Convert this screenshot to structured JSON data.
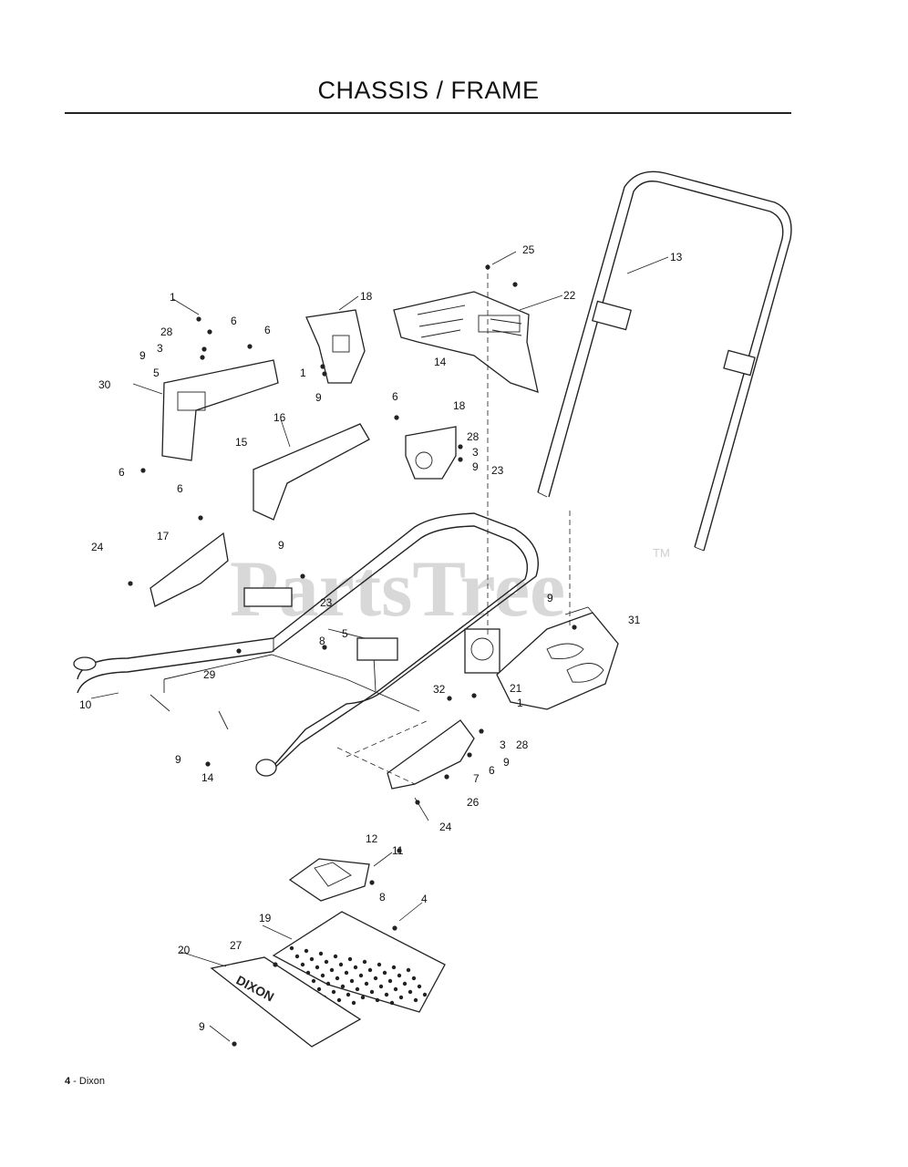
{
  "page": {
    "title": "CHASSIS / FRAME",
    "footer_page": "4",
    "footer_sep": " - ",
    "footer_brand": "Dixon"
  },
  "watermark": {
    "text": "PartsTree",
    "tm": "TM"
  },
  "decals": {
    "brand": "DIXON"
  },
  "callouts": [
    {
      "id": "c25",
      "label": "25"
    },
    {
      "id": "c13",
      "label": "13"
    },
    {
      "id": "c1a",
      "label": "1"
    },
    {
      "id": "c18a",
      "label": "18"
    },
    {
      "id": "c22",
      "label": "22"
    },
    {
      "id": "c28a",
      "label": "28"
    },
    {
      "id": "c6a",
      "label": "6"
    },
    {
      "id": "c6b",
      "label": "6"
    },
    {
      "id": "c3a",
      "label": "3"
    },
    {
      "id": "c9a",
      "label": "9"
    },
    {
      "id": "c5a",
      "label": "5"
    },
    {
      "id": "c30",
      "label": "30"
    },
    {
      "id": "c15",
      "label": "15"
    },
    {
      "id": "c1b",
      "label": "1"
    },
    {
      "id": "c9b",
      "label": "9"
    },
    {
      "id": "c14a",
      "label": "14"
    },
    {
      "id": "c6c",
      "label": "6"
    },
    {
      "id": "c16",
      "label": "16"
    },
    {
      "id": "c18b",
      "label": "18"
    },
    {
      "id": "c28b",
      "label": "28"
    },
    {
      "id": "c3b",
      "label": "3"
    },
    {
      "id": "c9c",
      "label": "9"
    },
    {
      "id": "c23a",
      "label": "23"
    },
    {
      "id": "c6d",
      "label": "6"
    },
    {
      "id": "c6e",
      "label": "6"
    },
    {
      "id": "c24a",
      "label": "24"
    },
    {
      "id": "c17",
      "label": "17"
    },
    {
      "id": "c9d",
      "label": "9"
    },
    {
      "id": "c23b",
      "label": "23"
    },
    {
      "id": "c9e",
      "label": "9"
    },
    {
      "id": "c31",
      "label": "31"
    },
    {
      "id": "c29",
      "label": "29"
    },
    {
      "id": "c8a",
      "label": "8"
    },
    {
      "id": "c5b",
      "label": "5"
    },
    {
      "id": "c32",
      "label": "32"
    },
    {
      "id": "c21",
      "label": "21"
    },
    {
      "id": "c1c",
      "label": "1"
    },
    {
      "id": "c10",
      "label": "10"
    },
    {
      "id": "c9f",
      "label": "9"
    },
    {
      "id": "c3c",
      "label": "3"
    },
    {
      "id": "c28c",
      "label": "28"
    },
    {
      "id": "c9g",
      "label": "9"
    },
    {
      "id": "c14b",
      "label": "14"
    },
    {
      "id": "c6f",
      "label": "6"
    },
    {
      "id": "c7",
      "label": "7"
    },
    {
      "id": "c26",
      "label": "26"
    },
    {
      "id": "c24b",
      "label": "24"
    },
    {
      "id": "c12",
      "label": "12"
    },
    {
      "id": "c11",
      "label": "11"
    },
    {
      "id": "c8b",
      "label": "8"
    },
    {
      "id": "c4",
      "label": "4"
    },
    {
      "id": "c19",
      "label": "19"
    },
    {
      "id": "c27",
      "label": "27"
    },
    {
      "id": "c20",
      "label": "20"
    },
    {
      "id": "c9h",
      "label": "9"
    }
  ]
}
